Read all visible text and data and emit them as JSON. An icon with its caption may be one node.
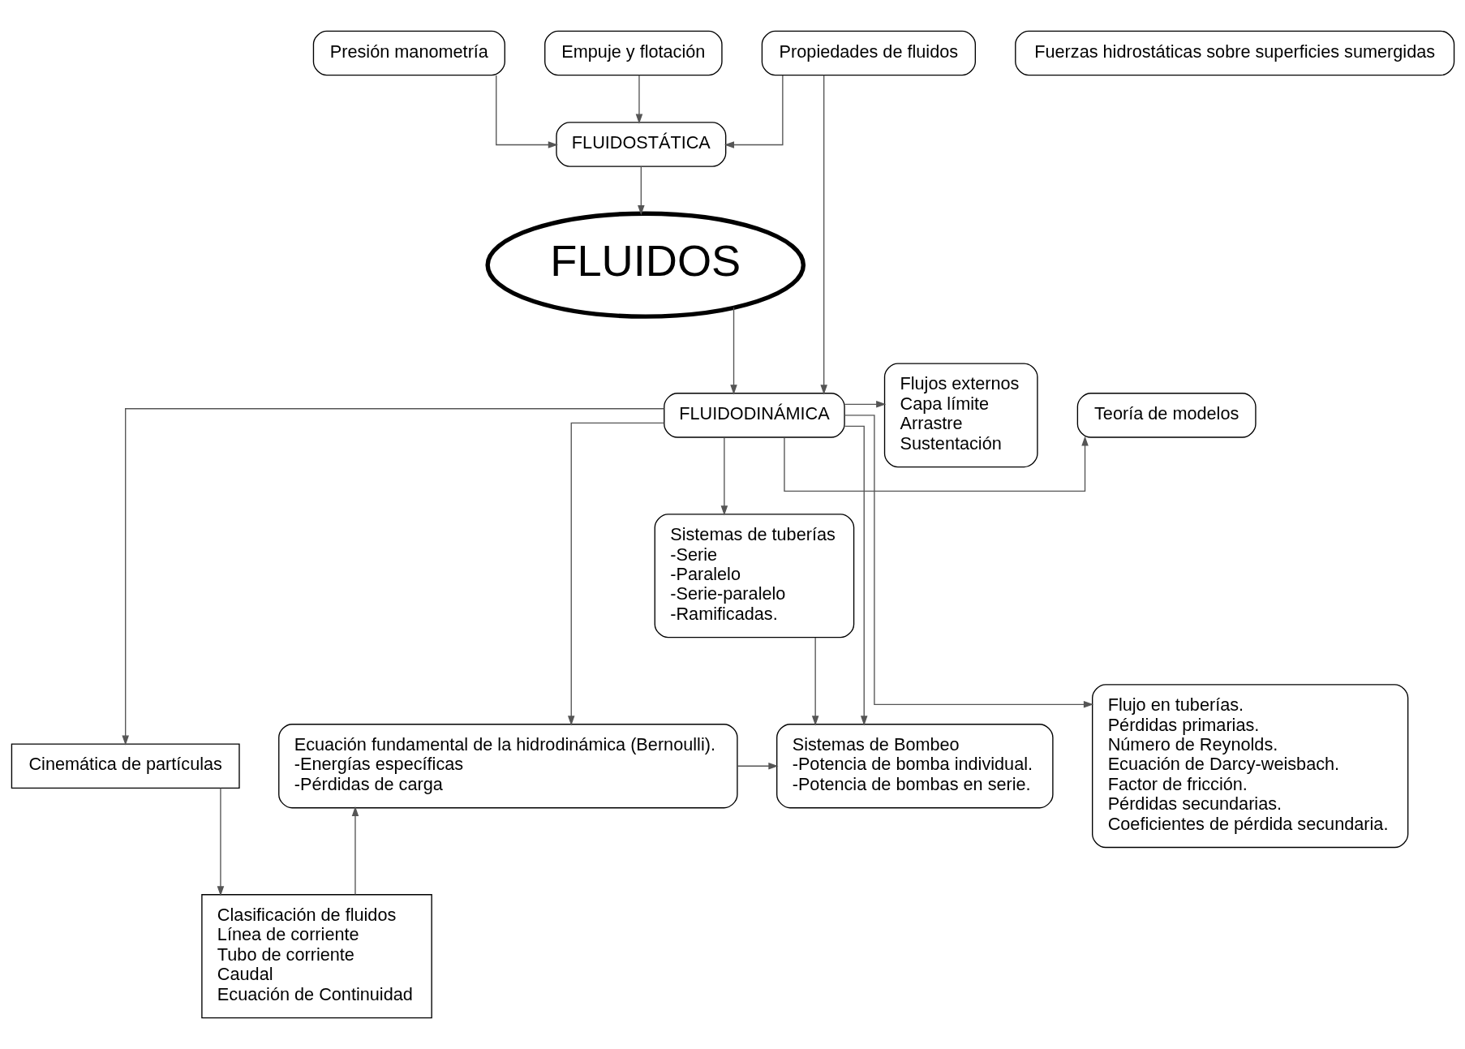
{
  "diagram": {
    "nodes": [
      {
        "text": [
          "Propiedades de fluidos"
        ]
      },
      {
        "text": [
          "Presión manometría"
        ]
      },
      {
        "text": [
          "Fuerzas hidrostáticas sobre superficies sumergidas"
        ]
      },
      {
        "text": [
          "Empuje y flotación"
        ]
      },
      {
        "text": [
          "FLUIDOSTÁTICA"
        ]
      },
      {
        "text": [
          "FLUIDOS"
        ]
      },
      {
        "text": [
          "Flujos externos",
          "Capa límite",
          "Arrastre",
          "Sustentación"
        ]
      },
      {
        "text": [
          "FLUIDODINÁMICA"
        ]
      },
      {
        "text": [
          "Teoría de modelos"
        ]
      },
      {
        "text": [
          "Sistemas de tuberías",
          "-Serie",
          "-Paralelo",
          "-Serie-paralelo",
          "-Ramificadas."
        ]
      },
      {
        "text": [
          "Cinemática de partículas"
        ]
      },
      {
        "text": [
          "Clasificación de fluidos",
          "Línea de corriente",
          "Tubo de corriente",
          "Caudal",
          "Ecuación de Continuidad"
        ]
      },
      {
        "text": [
          "Ecuación fundamental de la hidrodinámica (Bernoulli).",
          "-Energías específicas",
          "-Pérdidas de carga"
        ]
      },
      {
        "text": [
          "Flujo en tuberías.",
          "Pérdidas primarias.",
          "Número de Reynolds.",
          "Ecuación de Darcy-weisbach.",
          "Factor de fricción.",
          "Pérdidas secundarias.",
          "Coeficientes de pérdida secundaria."
        ]
      },
      {
        "text": [
          "Sistemas de Bombeo",
          "-Potencia de bomba individual.",
          "-Potencia de bombas en serie."
        ]
      }
    ],
    "edges": [
      {
        "from": 0,
        "to": 4,
        "arrow": "to"
      },
      {
        "from": 1,
        "to": 4,
        "arrow": "to"
      },
      {
        "from": 3,
        "to": 4,
        "arrow": "to"
      },
      {
        "from": 0,
        "to": 7,
        "arrow": "to"
      },
      {
        "from": 4,
        "to": 5,
        "arrow": "to"
      },
      {
        "from": 5,
        "to": 7,
        "arrow": "to"
      },
      {
        "from": 7,
        "to": 6,
        "arrow": "to"
      },
      {
        "from": 7,
        "to": 8,
        "arrow": "to"
      },
      {
        "from": 7,
        "to": 10,
        "arrow": "to"
      },
      {
        "from": 7,
        "to": 12,
        "arrow": "to"
      },
      {
        "from": 7,
        "to": 13,
        "arrow": "to"
      },
      {
        "from": 7,
        "to": 14,
        "arrow": "to"
      },
      {
        "from": 7,
        "to": 9,
        "arrow": "to"
      },
      {
        "from": 10,
        "to": 11,
        "arrow": "to"
      },
      {
        "from": 11,
        "to": 12,
        "arrow": "to"
      },
      {
        "from": 12,
        "to": 14,
        "arrow": "to"
      },
      {
        "from": 9,
        "to": 14,
        "arrow": "to"
      }
    ]
  }
}
